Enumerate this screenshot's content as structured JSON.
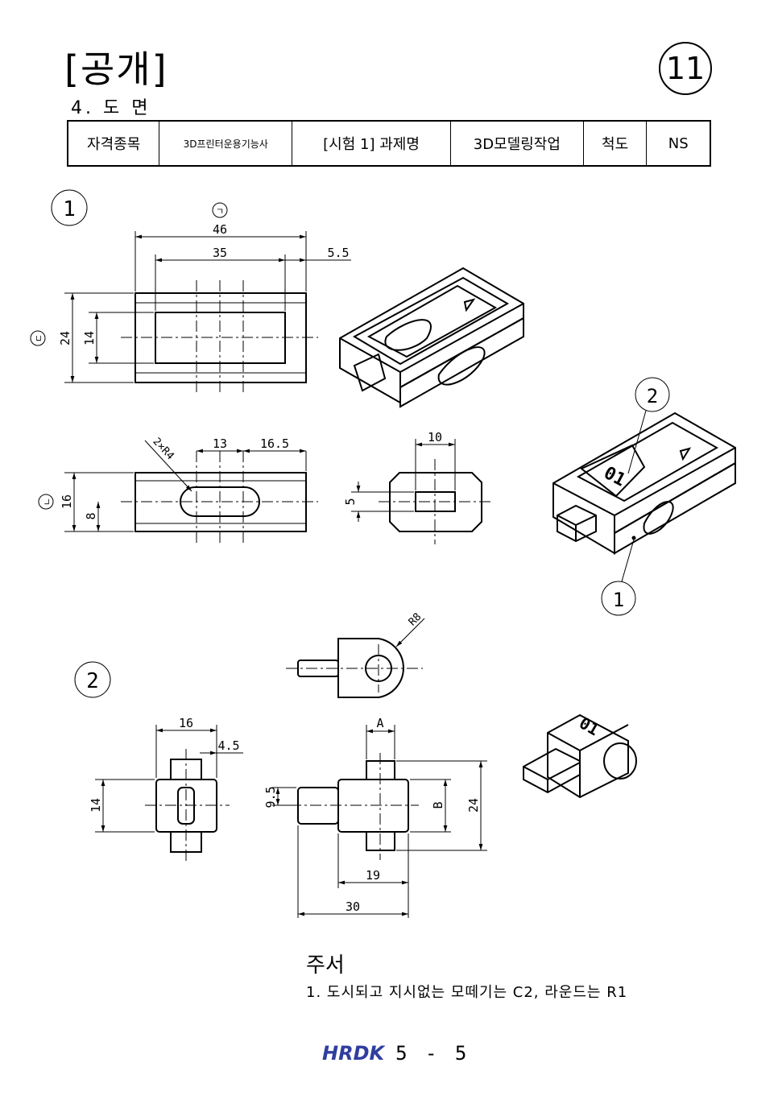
{
  "header": {
    "title": "[공개]",
    "page_badge": "11",
    "section": "4. 도 면"
  },
  "info_table": [
    {
      "key": "qual_label",
      "text": "자격종목"
    },
    {
      "key": "qual_value",
      "text": "3D프린터운용기능사"
    },
    {
      "key": "task_label",
      "text": "[시험 1] 과제명"
    },
    {
      "key": "task_value",
      "text": "3D모델링작업"
    },
    {
      "key": "scale_label",
      "text": "척도"
    },
    {
      "key": "scale_value",
      "text": "NS"
    }
  ],
  "part1": {
    "label": "1",
    "dims": {
      "d46": "46",
      "d35": "35",
      "d5_5": "5.5",
      "d24": "24",
      "d14": "14",
      "d13": "13",
      "d16_5": "16.5",
      "d2xr4": "2×R4",
      "d16": "16",
      "d8": "8",
      "d10": "10",
      "d5": "5"
    },
    "markers": {
      "giyeok": "ㄱ",
      "nieun": "ㄴ",
      "digeut": "ㄷ"
    }
  },
  "part2": {
    "label": "2",
    "dims": {
      "r8": "R8",
      "d16": "16",
      "d4_5": "4.5",
      "d14": "14",
      "a": "A",
      "d9_5": "9.5",
      "b": "B",
      "d24": "24",
      "d19": "19",
      "d30": "30"
    }
  },
  "iso_labels": {
    "callout2": "2",
    "callout1": "1",
    "engrave": "01"
  },
  "notes": {
    "title": "주서",
    "line1": "1. 도시되고 지시없는 모떼기는 C2, 라운드는 R1"
  },
  "footer": {
    "logo": "HRDK",
    "page": "5 - 5"
  }
}
